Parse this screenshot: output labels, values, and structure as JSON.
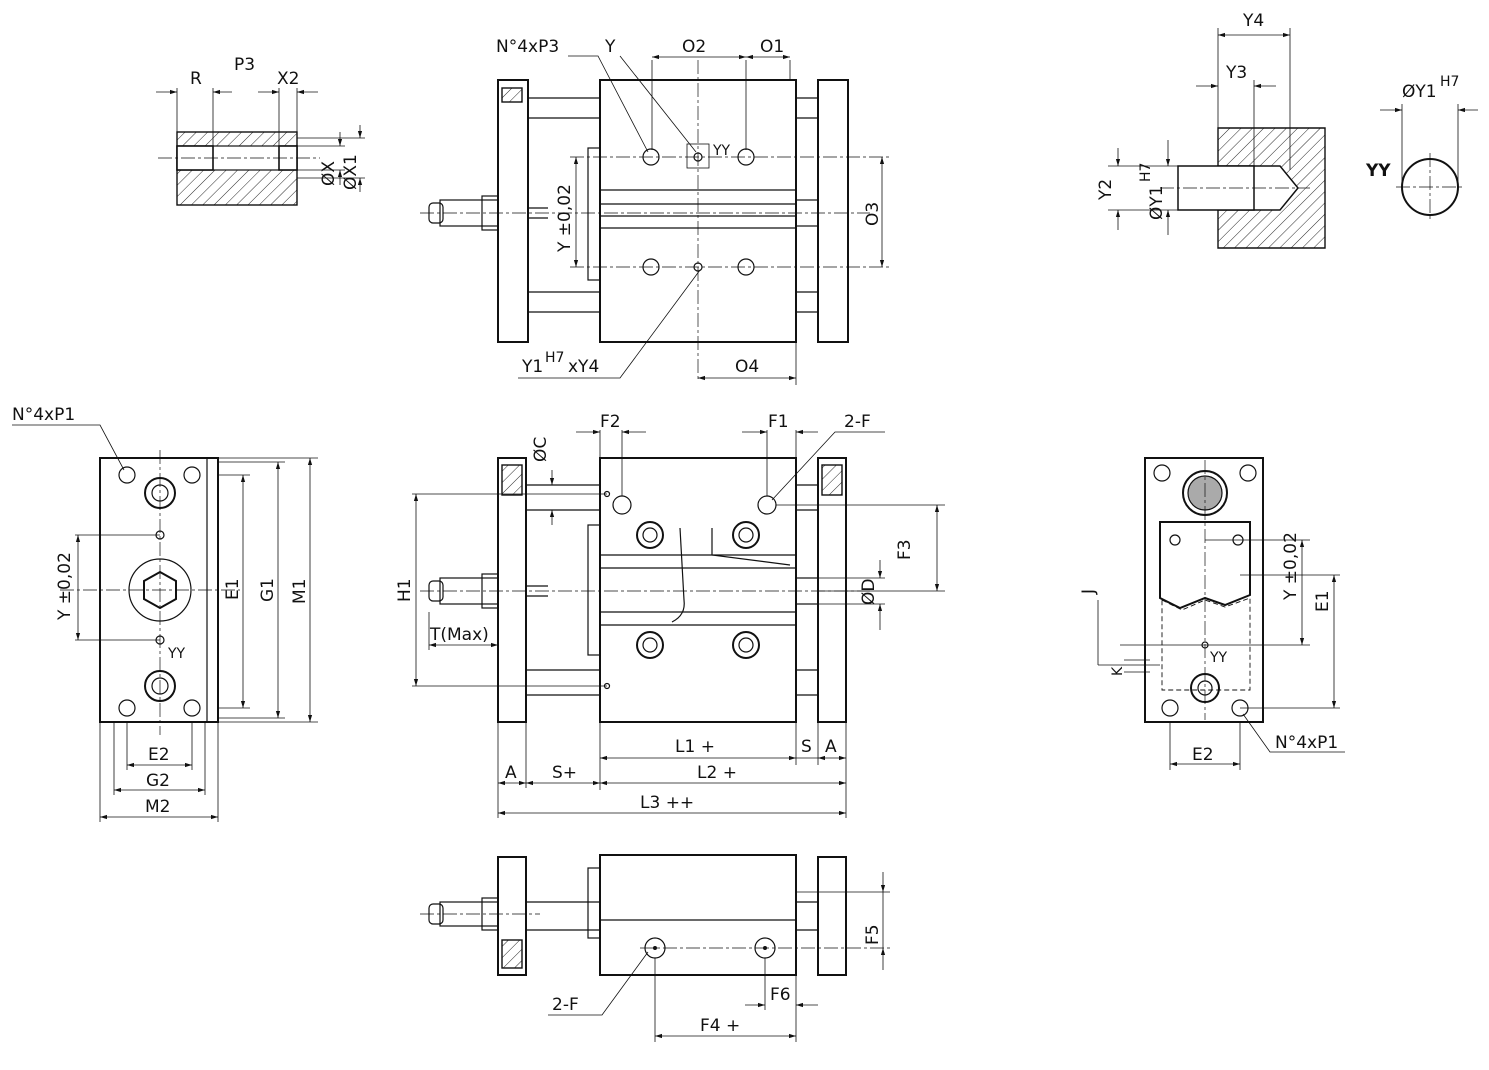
{
  "labels": {
    "detail_R": "R",
    "detail_P3": "P3",
    "detail_X2": "X2",
    "detail_X": "ØX",
    "detail_X1": "ØX1",
    "top_n4xP3": "N°4xP3",
    "top_Y": "Y",
    "top_O2": "O2",
    "top_O1": "O1",
    "top_YY": "YY",
    "top_Ytol": "Y ±0,02",
    "top_O3": "O3",
    "top_Y1xY4": "Y1",
    "top_H7": "H7",
    "top_xY4": "xY4",
    "top_O4": "O4",
    "pin_Y4": "Y4",
    "pin_Y3": "Y3",
    "pin_Y2": "Y2",
    "pin_Y1": "ØY1",
    "pin_H7": "H7",
    "yy_label": "YY",
    "yy_Y1": "ØY1",
    "yy_H7": "H7",
    "left_n4xP1": "N°4xP1",
    "left_Ytol": "Y ±0,02",
    "left_YY": "YY",
    "left_E1": "E1",
    "left_G1": "G1",
    "left_M1": "M1",
    "left_E2": "E2",
    "left_G2": "G2",
    "left_M2": "M2",
    "front_C": "ØC",
    "front_F2": "F2",
    "front_F1": "F1",
    "front_2F": "2-F",
    "front_F3": "F3",
    "front_D": "ØD",
    "front_H1": "H1",
    "front_T": "T(Max)",
    "front_L1": "L1  +",
    "front_S": "S",
    "front_A1": "A",
    "front_A2": "A",
    "front_Splus": "S+",
    "front_L2": "L2  +",
    "front_L3": "L3  ++",
    "bottom_F5": "F5",
    "bottom_2F": "2-F",
    "bottom_F6": "F6",
    "bottom_F4": "F4  +",
    "right_J": "J",
    "right_K": "K",
    "right_YY": "YY",
    "right_Ytol": "Y ±0,02",
    "right_E1": "E1",
    "right_E2": "E2",
    "right_n4xP1": "N°4xP1"
  }
}
